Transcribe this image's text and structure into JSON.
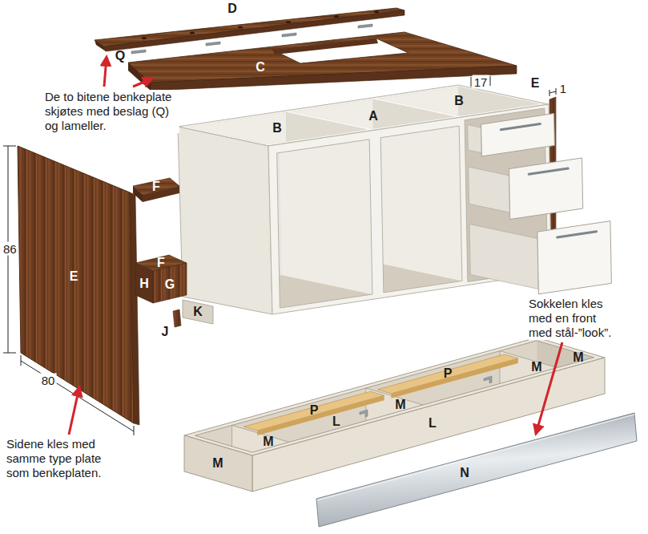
{
  "diagram": {
    "labels": [
      "D",
      "Q",
      "C",
      "De to bitene benkeplate skjøtes med beslag (Q) og lameller.",
      "17",
      "E",
      "1",
      "B",
      "A",
      "B",
      "F",
      "86",
      "E",
      "F",
      "H",
      "G",
      "K",
      "J",
      "80",
      "Sokkelen kles med en front med stål-”look”.",
      "P",
      "P",
      "M",
      "M",
      "M",
      "L",
      "M",
      "L",
      "M",
      "Sidene kles med samme type plate som benkeplaten.",
      "N"
    ]
  }
}
